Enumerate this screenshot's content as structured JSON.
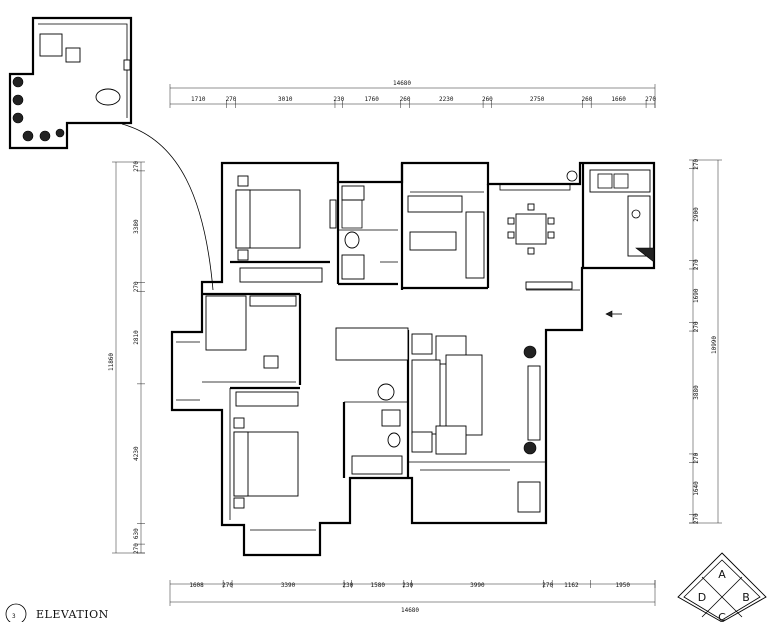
{
  "top_overall": "14680",
  "top_segments": [
    "1710",
    "270",
    "3010",
    "230",
    "1760",
    "260",
    "2230",
    "260",
    "2750",
    "260",
    "1660",
    "270"
  ],
  "bottom_overall": "14680",
  "bottom_segments": [
    "1608",
    "270",
    "3390",
    "230",
    "1580",
    "230",
    "3990",
    "270",
    "1162",
    "1950"
  ],
  "left_overall": "11860",
  "left_segments": [
    "270",
    "3380",
    "270",
    "2810",
    "4230",
    "630",
    "270"
  ],
  "right_overall": "10990",
  "right_segments": [
    "270",
    "2900",
    "270",
    "1690",
    "270",
    "3880",
    "270",
    "1640",
    "270"
  ],
  "title": "ELEVATION",
  "compass": {
    "a": "A",
    "b": "B",
    "c": "C",
    "d": "D"
  }
}
